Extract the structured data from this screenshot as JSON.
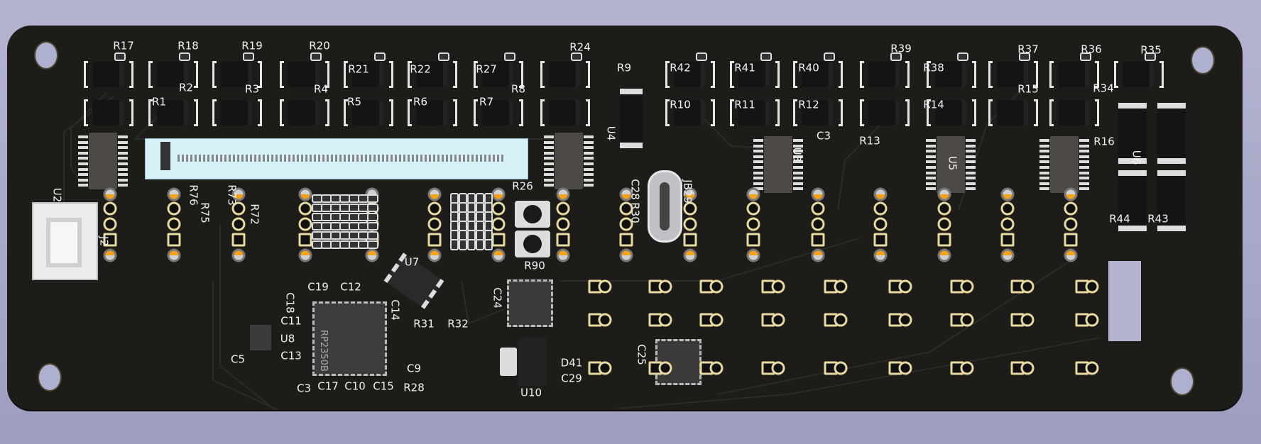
{
  "board": {
    "background_color": "#a6a6c4",
    "pcb_color": "#1d1c18",
    "chip_marking": "RP2350B",
    "silkscreen": [
      "R17",
      "R18",
      "R19",
      "R20",
      "R24",
      "R9",
      "R39",
      "R37",
      "R36",
      "R35",
      "R34",
      "R13",
      "R26",
      "R90",
      "R44",
      "R43",
      "U10",
      "R28",
      "R31",
      "R32",
      "C9",
      "D41",
      "C29",
      "C25",
      "C24",
      "C14",
      "C18",
      "C19",
      "C12",
      "C17",
      "C10",
      "C15",
      "C3",
      "C28",
      "R30",
      "JB29",
      "U7",
      "R21",
      "R22",
      "R27",
      "R1",
      "R2",
      "R3",
      "R4",
      "R5",
      "R6",
      "R7",
      "R8",
      "R42",
      "R41",
      "R40",
      "R38",
      "R10",
      "R11",
      "R12",
      "R14",
      "R15",
      "R16",
      "C3",
      "U3",
      "U5",
      "U4",
      "U6",
      "U2",
      "J2",
      "R76",
      "R75",
      "R73",
      "R72",
      "C5",
      "U8",
      "C13",
      "C11"
    ]
  }
}
